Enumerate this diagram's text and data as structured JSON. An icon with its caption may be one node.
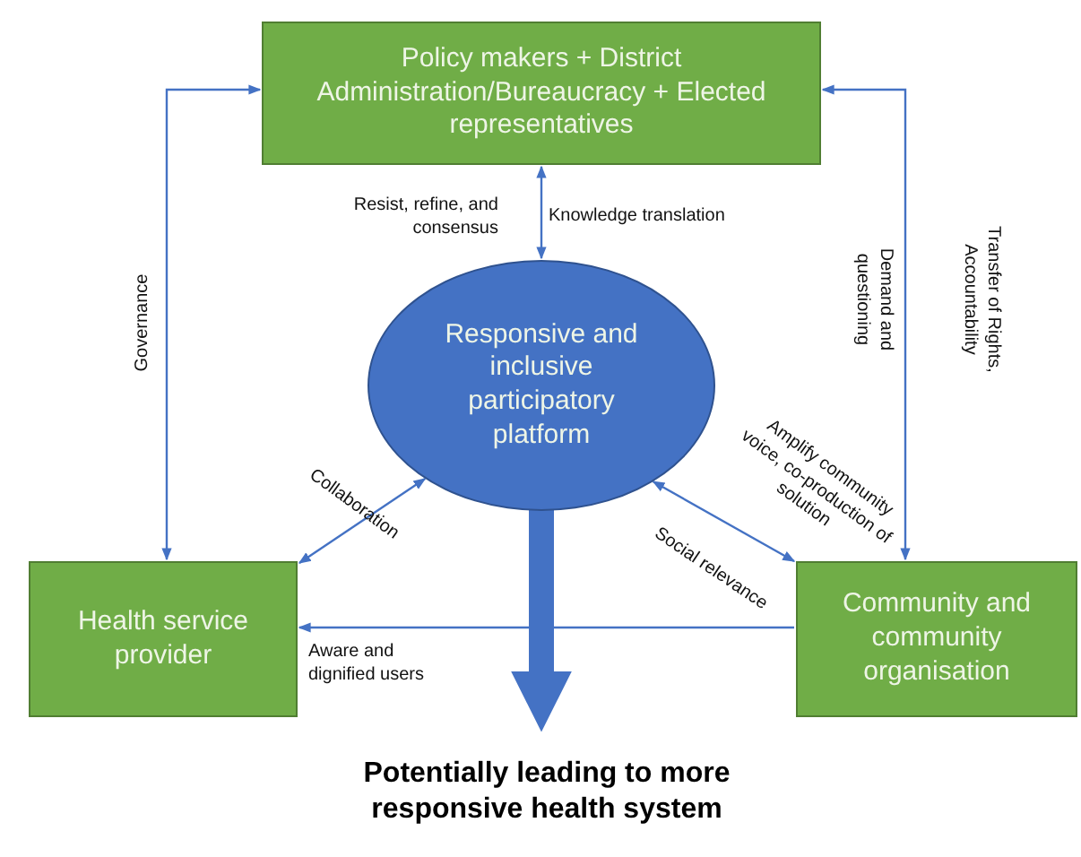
{
  "diagram": {
    "nodes": [
      {
        "text": [
          "Policy makers + District Administration/Bureaucracy + Elected representatives"
        ]
      },
      {
        "text": [
          "Responsive and inclusive participatory platform"
        ]
      },
      {
        "text": [
          "Health service provider"
        ]
      },
      {
        "text": [
          "Community and community organisation"
        ]
      },
      {
        "text": [
          "Potentially leading to more responsive health system"
        ]
      }
    ],
    "edges": [
      {
        "from": 0,
        "to": 1,
        "arrow": "both",
        "label": "Knowledge translation"
      },
      {
        "from": 0,
        "to": 2,
        "arrow": "both"
      },
      {
        "from": 3,
        "to": 0,
        "arrow": "both",
        "label": "Transfer of Rights, Accountability"
      },
      {
        "from": 1,
        "to": 2,
        "arrow": "both",
        "label": "Collaboration"
      },
      {
        "from": 1,
        "to": 3,
        "arrow": "both",
        "label": "Amplify community voice, co-production of solution"
      },
      {
        "from": 3,
        "to": 2,
        "arrow": "to",
        "label": "Aware and dignified users"
      },
      {
        "from": 1,
        "to": 4,
        "arrow": "to",
        "style": "thick"
      }
    ],
    "labels": [
      "Resist, refine, and consensus",
      "Governance",
      "Demand and questioning",
      "Social relevance"
    ]
  }
}
